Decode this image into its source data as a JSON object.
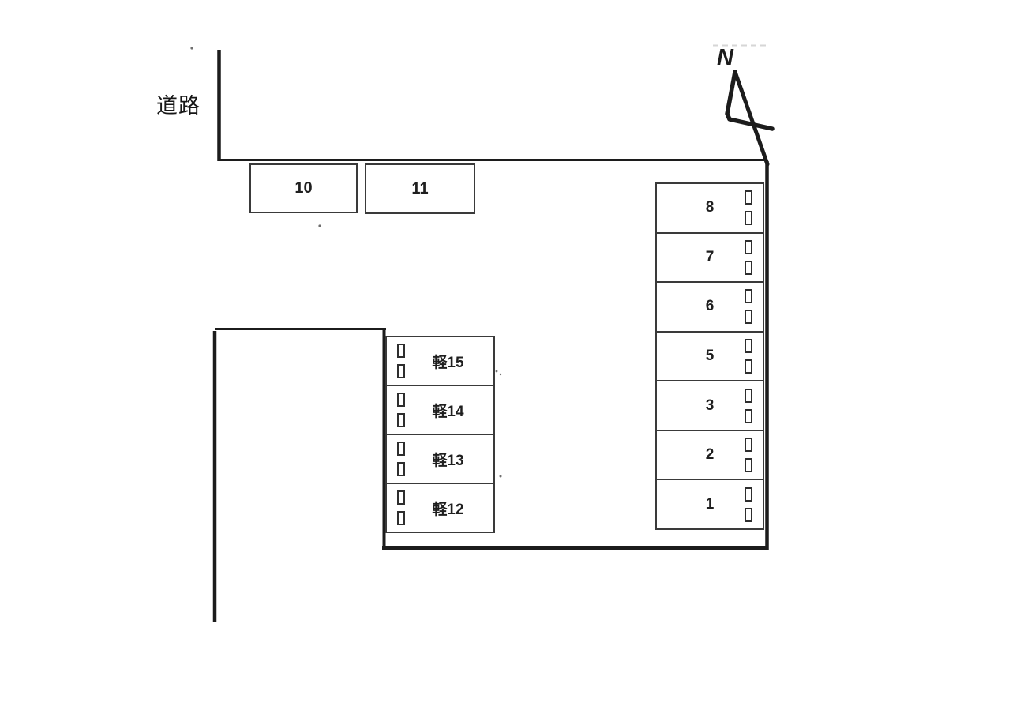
{
  "road_label": "道路",
  "compass": {
    "letter": "N"
  },
  "spaces": {
    "top": [
      "10",
      "11"
    ],
    "kei": [
      "軽15",
      "軽14",
      "軽13",
      "軽12"
    ],
    "right": [
      "8",
      "7",
      "6",
      "5",
      "3",
      "2",
      "1"
    ]
  },
  "colors": {
    "ink": "#1c1c1c",
    "box_border": "#3a3a3a",
    "background": "#ffffff"
  }
}
